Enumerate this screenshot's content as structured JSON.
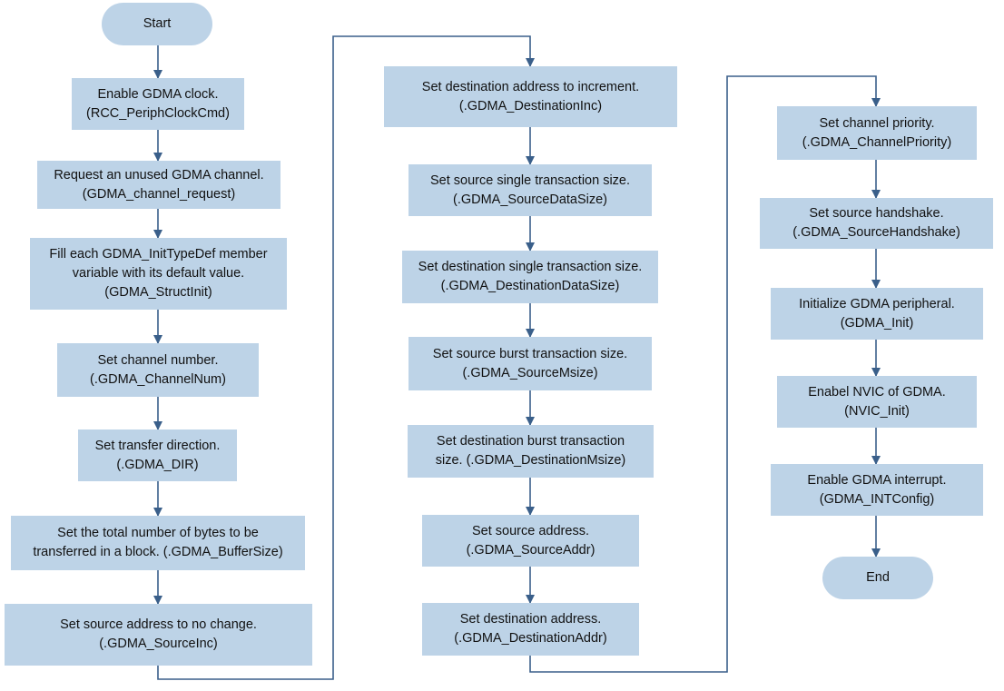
{
  "colors": {
    "box_fill": "#bdd3e7",
    "connector": "#3a5f8a"
  },
  "flowchart": {
    "start": "Start",
    "end": "End",
    "steps": [
      [
        "Enable GDMA clock.",
        "(RCC_PeriphClockCmd)"
      ],
      [
        "Request an unused GDMA channel.",
        "(GDMA_channel_request)"
      ],
      [
        "Fill each GDMA_InitTypeDef member",
        "variable with its default value.",
        "(GDMA_StructInit)"
      ],
      [
        "Set channel number.",
        "(.GDMA_ChannelNum)"
      ],
      [
        "Set transfer direction.",
        "(.GDMA_DIR)"
      ],
      [
        "Set  the total number of bytes to be",
        "transferred in a block. (.GDMA_BufferSize)"
      ],
      [
        "Set source address to no change.",
        "(.GDMA_SourceInc)"
      ],
      [
        "Set destination address to increment.",
        "(.GDMA_DestinationInc)"
      ],
      [
        "Set  source single transaction size.",
        "(.GDMA_SourceDataSize)"
      ],
      [
        "Set destination single transaction size.",
        "(.GDMA_DestinationDataSize)"
      ],
      [
        "Set source burst transaction size.",
        "(.GDMA_SourceMsize)"
      ],
      [
        "Set destination burst transaction",
        "size. (.GDMA_DestinationMsize)"
      ],
      [
        "Set source address.",
        "(.GDMA_SourceAddr)"
      ],
      [
        "Set destination address.",
        "(.GDMA_DestinationAddr)"
      ],
      [
        "Set channel priority.",
        "(.GDMA_ChannelPriority)"
      ],
      [
        "Set source handshake.",
        "(.GDMA_SourceHandshake)"
      ],
      [
        "Initialize GDMA peripheral.",
        "(GDMA_Init)"
      ],
      [
        "Enabel NVIC of GDMA.",
        "(NVIC_Init)"
      ],
      [
        "Enable GDMA interrupt.",
        "(GDMA_INTConfig)"
      ]
    ]
  }
}
